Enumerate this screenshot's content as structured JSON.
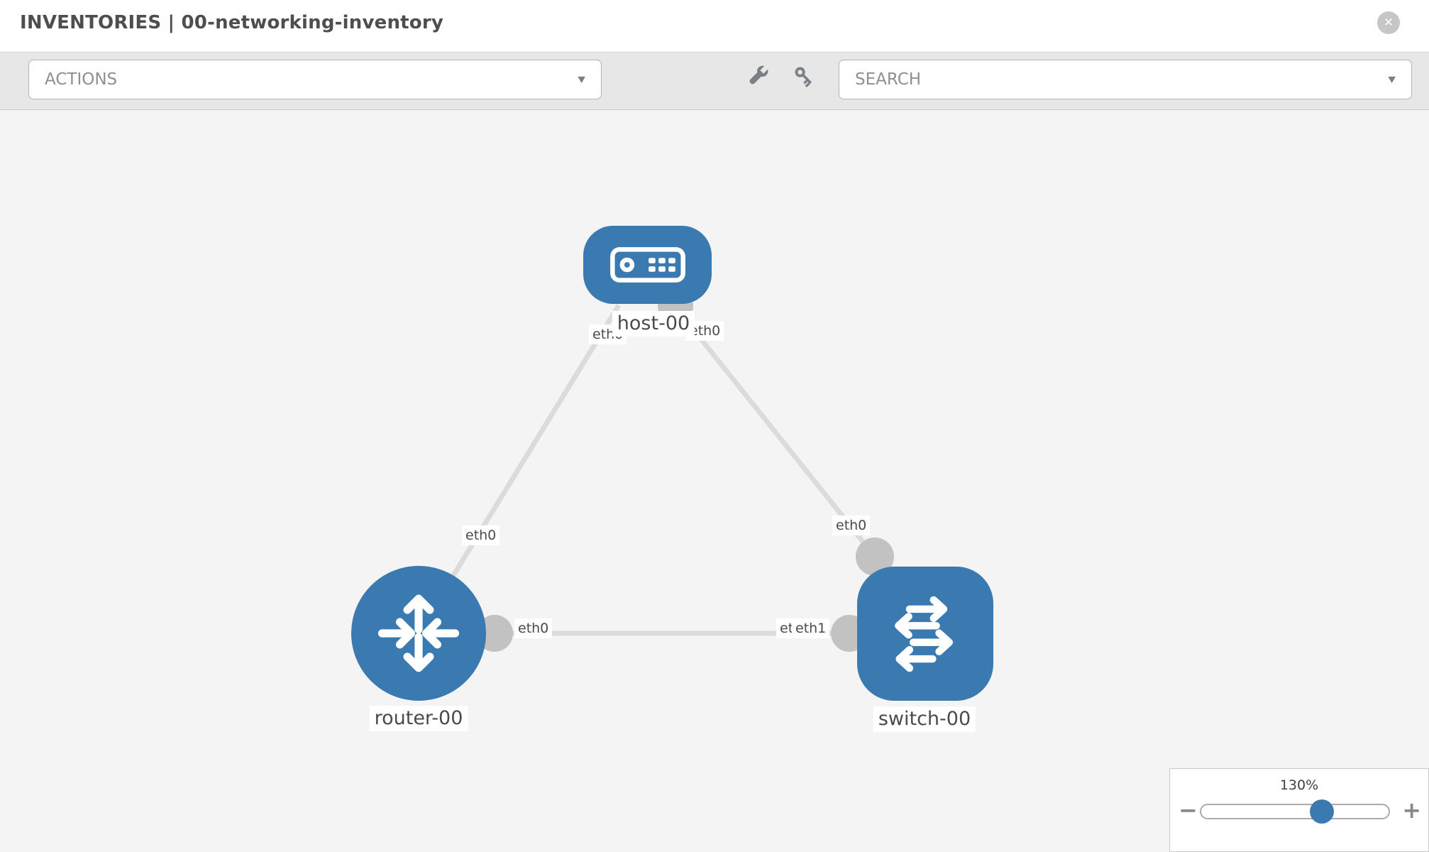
{
  "header": {
    "title": "INVENTORIES | 00-networking-inventory"
  },
  "toolbar": {
    "actions_label": "ACTIONS",
    "search_label": "SEARCH"
  },
  "icons": {
    "close": "✕",
    "caret": "▼",
    "minus": "−",
    "plus": "+",
    "wrench": "wrench-icon",
    "key": "key-icon"
  },
  "topology": {
    "nodes": [
      {
        "id": "host-00",
        "type": "host",
        "label": "host-00"
      },
      {
        "id": "router-00",
        "type": "router",
        "label": "router-00"
      },
      {
        "id": "switch-00",
        "type": "switch",
        "label": "switch-00"
      }
    ],
    "links": [
      {
        "from_node": "router-00",
        "from_label": "eth0",
        "to_node": "host-00",
        "to_label": "eth0"
      },
      {
        "from_node": "host-00",
        "from_label": "eth0",
        "to_node": "switch-00",
        "to_label": "eth0"
      },
      {
        "from_node": "router-00",
        "from_label": "eth0",
        "to_node": "switch-00",
        "to_label": "eth1",
        "to_label_behind": "eth0"
      }
    ]
  },
  "zoom": {
    "level_label": "130%"
  }
}
